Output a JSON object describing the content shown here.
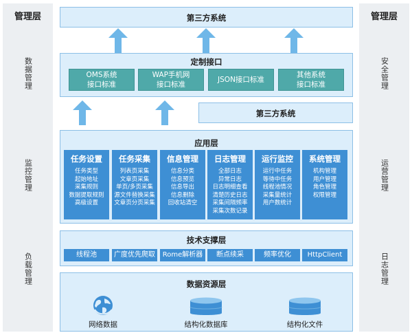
{
  "left_panel": {
    "title": "管理层",
    "items": [
      "数据管理",
      "监控管理",
      "负载管理"
    ]
  },
  "right_panel": {
    "title": "管理层",
    "items": [
      "安全管理",
      "运营管理",
      "日志管理"
    ]
  },
  "top_box": {
    "label": "第三方系统"
  },
  "custom_interface": {
    "title": "定制接口",
    "items": [
      {
        "label": "OMS系统\n接口标准"
      },
      {
        "label": "WAP手机网\n接口标准"
      },
      {
        "label": "JSON接口标准"
      },
      {
        "label": "其他系统\n接口标准"
      }
    ]
  },
  "third_party_box": {
    "label": "第三方系统"
  },
  "app_layer": {
    "title": "应用层",
    "modules": [
      {
        "title": "任务设置",
        "lines": [
          "任务类型",
          "起始地址",
          "采集规则",
          "数据提取规则",
          "高级设置"
        ]
      },
      {
        "title": "任务采集",
        "lines": [
          "列表页采集",
          "文章页采集",
          "单页/多页采集",
          "源文件替换采集",
          "文章页分页采集"
        ]
      },
      {
        "title": "信息管理",
        "lines": [
          "信息分类",
          "信息预览",
          "信息导出",
          "信息删除",
          "回收站清空"
        ]
      },
      {
        "title": "日志管理",
        "lines": [
          "全部日志",
          "异常日志",
          "日志明细查看",
          "清楚历史日志",
          "采集间隔频率",
          "采集次数记录"
        ]
      },
      {
        "title": "运行监控",
        "lines": [
          "运行中任务",
          "等待中任务",
          "线程池情况",
          "采集量统计",
          "用户数统计"
        ]
      },
      {
        "title": "系统管理",
        "lines": [
          "机构管理",
          "用户管理",
          "角色管理",
          "权限管理"
        ]
      }
    ]
  },
  "tech_layer": {
    "title": "技术支撑层",
    "items": [
      "线程池",
      "广度优先爬取",
      "Rome解析器",
      "断点续采",
      "频率优化",
      "HttpClient"
    ]
  },
  "data_layer": {
    "title": "数据资源层",
    "items": [
      {
        "label": "网络数据",
        "icon": "globe-icon"
      },
      {
        "label": "结构化数据库",
        "icon": "database-icon"
      },
      {
        "label": "结构化文件",
        "icon": "database-icon"
      }
    ]
  },
  "colors": {
    "layer_bg": "#dceefb",
    "layer_border": "#8cbfe6",
    "teal": "#4fa9a9",
    "blue": "#3e8fd4",
    "arrow": "#6fb7e8",
    "side_bg": "#eceff2"
  }
}
